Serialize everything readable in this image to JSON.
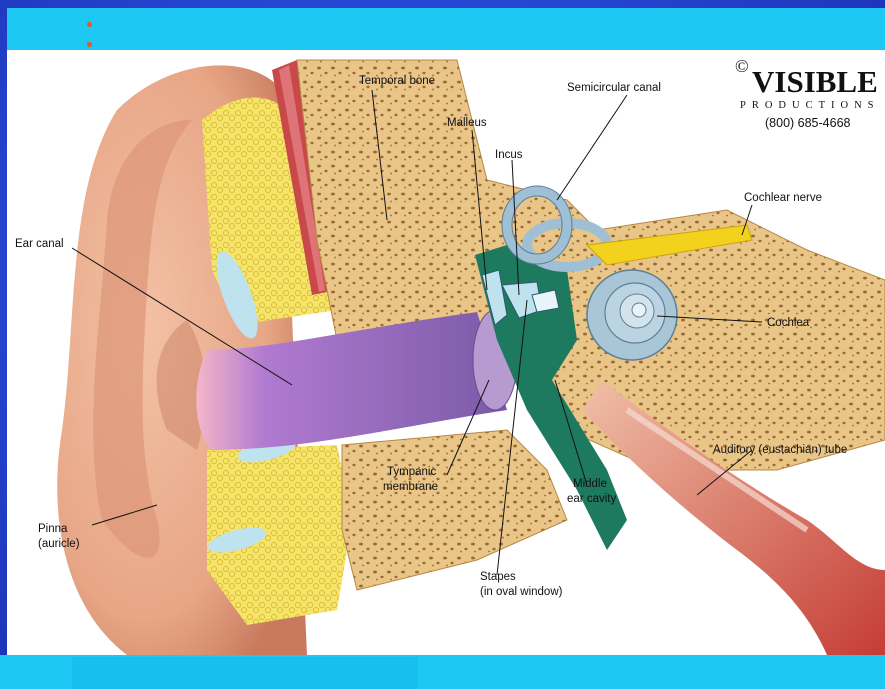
{
  "colors": {
    "background": "#2a4fd8",
    "bars": "#1ec8f5",
    "bullet": "#e8581f",
    "ear_canal": "#8c63b4",
    "bone": "#e9c588",
    "middle_ear": "#1e7a5e",
    "inner_ear": "#a9c6d6",
    "nerve": "#f2d21c",
    "skin": "#e7a686"
  },
  "logo": {
    "copyright": "©",
    "name": "VISIBLE",
    "sub": "PRODUCTIONS",
    "phone": "(800) 685-4668"
  },
  "labels": {
    "temporal_bone": "Temporal bone",
    "semicircular_canal": "Semicircular canal",
    "malleus": "Malleus",
    "incus": "Incus",
    "cochlear_nerve": "Cochlear nerve",
    "ear_canal": "Ear canal",
    "cochlea": "Cochlea",
    "auditory_tube": "Auditory (eustachian) tube",
    "tympanic_line1": "Tympanic",
    "tympanic_line2": "membrane",
    "middle_line1": "Middle",
    "middle_line2": "ear cavity",
    "pinna_line1": "Pinna",
    "pinna_line2": "(auricle)",
    "stapes_line1": "Stapes",
    "stapes_line2": "(in oval window)"
  }
}
